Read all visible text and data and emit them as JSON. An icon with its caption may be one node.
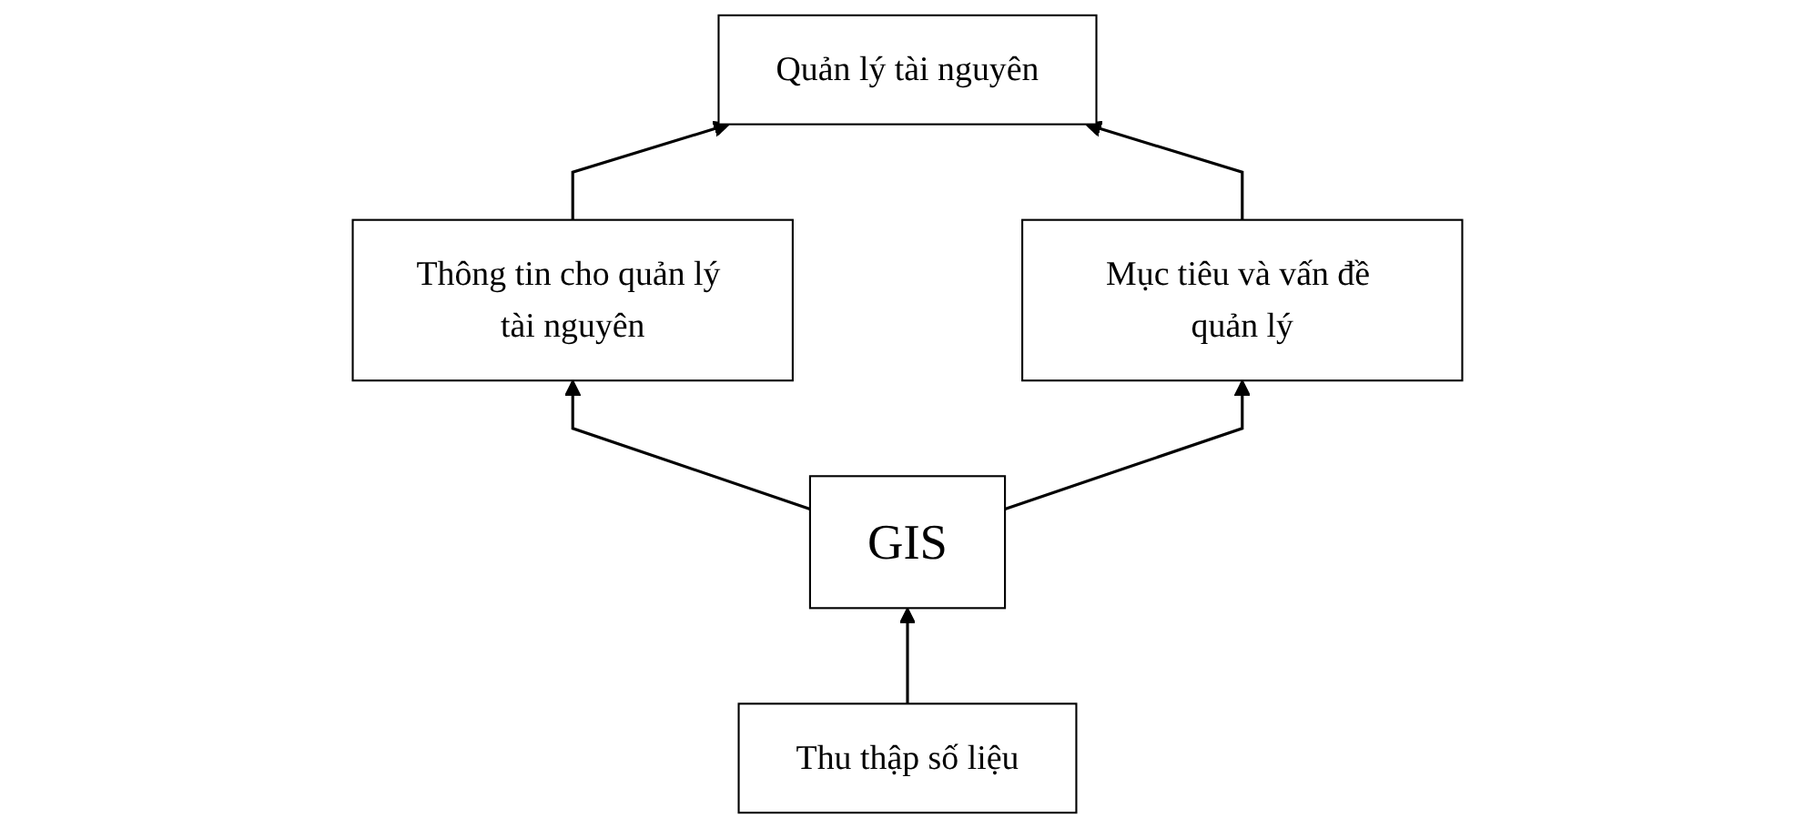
{
  "diagram": {
    "nodes": [
      {
        "text": [
          "Quản lý tài nguyên"
        ]
      },
      {
        "text": [
          "Thông tin cho quản lý tài nguyên"
        ]
      },
      {
        "text": [
          "Mục tiêu và vấn đề quản lý"
        ]
      },
      {
        "text": [
          "GIS"
        ]
      },
      {
        "text": [
          "Thu thập số liệu"
        ]
      }
    ],
    "edges": [
      {
        "from": 1,
        "to": 0,
        "arrow": "to"
      },
      {
        "from": 2,
        "to": 0,
        "arrow": "to"
      },
      {
        "from": 3,
        "to": 1,
        "arrow": "to"
      },
      {
        "from": 3,
        "to": 2,
        "arrow": "to"
      },
      {
        "from": 4,
        "to": 3,
        "arrow": "to"
      }
    ]
  }
}
